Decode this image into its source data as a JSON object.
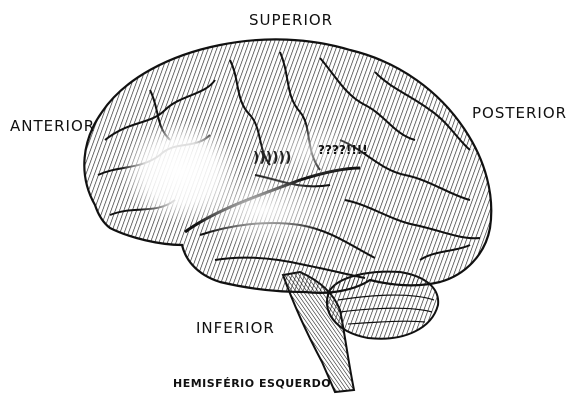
{
  "labels": {
    "superior": "SUPERIOR",
    "anterior": "ANTERIOR",
    "posterior": "POSTERIOR",
    "inferior": "INFERIOR",
    "hemisphere": "HEMISFÉRIO ESQUERDO",
    "mark_waves": "))))))",
    "mark_question": "????!!!!"
  }
}
